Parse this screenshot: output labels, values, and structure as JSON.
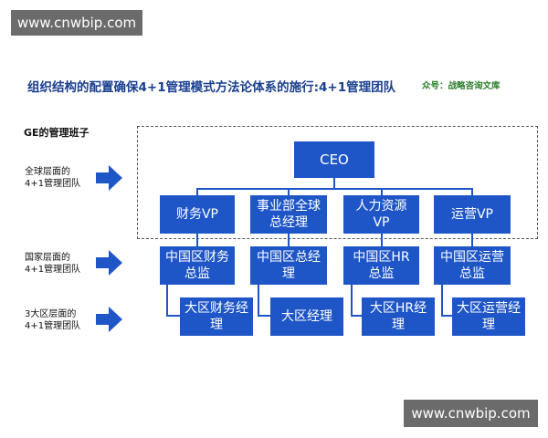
{
  "watermark_top": "www.cnwbip.com",
  "watermark_bottom": "www.cnwbip.com",
  "title": "组织结构的配置确保4+1管理模式方法论体系的施行:4+1管理团队",
  "source": "众号：战略咨询文库",
  "section_label": "GE的管理班子",
  "row_labels": {
    "global": [
      "全球层面的",
      "4+1管理团队"
    ],
    "country": [
      "国家层面的",
      "4+1管理团队"
    ],
    "region": [
      "3大区层面的",
      "4+1管理团队"
    ]
  },
  "ceo": "CEO",
  "global_boxes": [
    [
      "财务VP"
    ],
    [
      "事业部全球",
      "总经理"
    ],
    [
      "人力资源",
      "VP"
    ],
    [
      "运营VP"
    ]
  ],
  "country_boxes": [
    [
      "中国区财务",
      "总监"
    ],
    [
      "中国区总经",
      "理"
    ],
    [
      "中国区HR",
      "总监"
    ],
    [
      "中国区运营",
      "总监"
    ]
  ],
  "region_boxes": [
    [
      "大区财务经",
      "理"
    ],
    [
      "大区经理"
    ],
    [
      "大区HR经",
      "理"
    ],
    [
      "大区运营经",
      "理"
    ]
  ],
  "colors": {
    "box": "#1f56c7",
    "title": "#1a3f8f",
    "source": "#2a7d2a",
    "watermark": "#6b6b6b"
  }
}
